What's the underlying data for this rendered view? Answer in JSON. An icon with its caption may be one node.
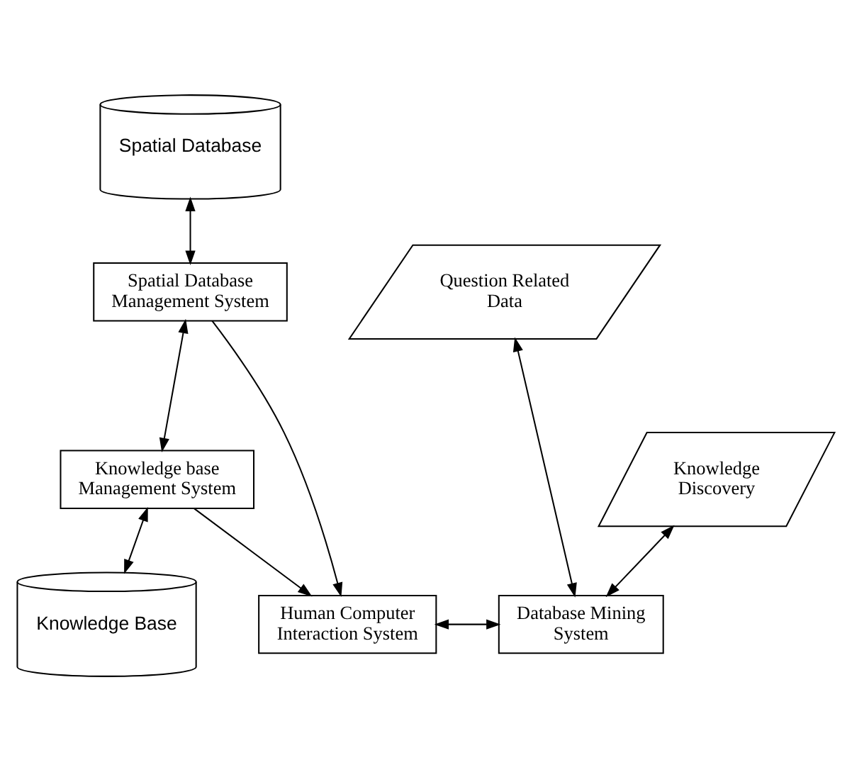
{
  "diagram": {
    "nodes": [
      {
        "text": [
          "Spatial Database"
        ]
      },
      {
        "text": [
          "Spatial Database Management System"
        ]
      },
      {
        "text": [
          "Knowledge base Management System"
        ]
      },
      {
        "text": [
          "Knowledge Base"
        ]
      },
      {
        "text": [
          "Human Computer Interaction System"
        ]
      },
      {
        "text": [
          "Question Related Data"
        ]
      },
      {
        "text": [
          "Database Mining System"
        ]
      },
      {
        "text": [
          "Knowledge Discovery"
        ]
      }
    ],
    "edges": [
      {
        "from": 0,
        "to": 1,
        "arrow": "both"
      },
      {
        "from": 1,
        "to": 2,
        "arrow": "both"
      },
      {
        "from": 1,
        "to": 4,
        "arrow": "to"
      },
      {
        "from": 2,
        "to": 4,
        "arrow": "to"
      },
      {
        "from": 2,
        "to": 3,
        "arrow": "both"
      },
      {
        "from": 4,
        "to": 6,
        "arrow": "both"
      },
      {
        "from": 5,
        "to": 6,
        "arrow": "both"
      },
      {
        "from": 6,
        "to": 7,
        "arrow": "both"
      }
    ]
  }
}
